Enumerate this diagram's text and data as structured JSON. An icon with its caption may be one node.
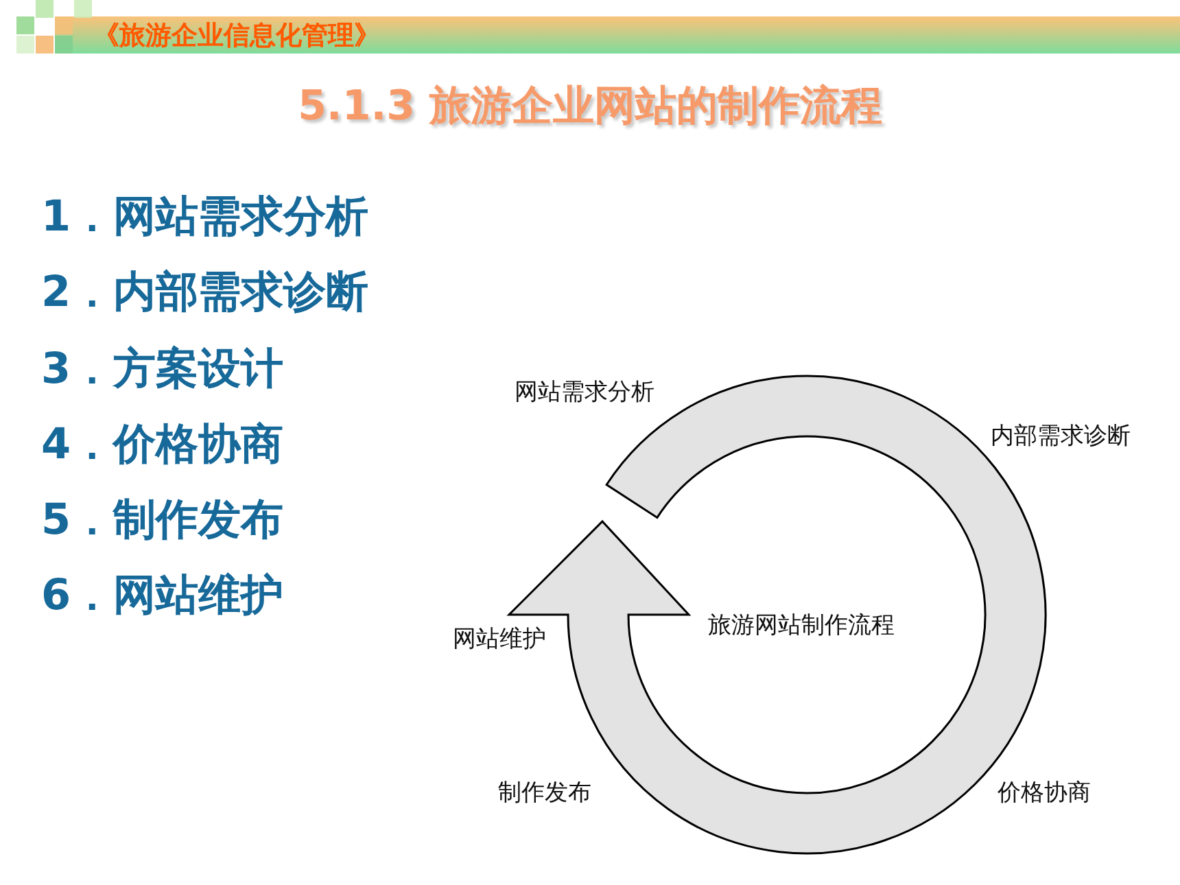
{
  "diagram": {
    "title": "5.1.3  旅游企业网站的制作流程",
    "labels": [
      "《旅游企业信息化管理》",
      "1．网站需求分析",
      "2．内部需求诊断",
      "3．方案设计",
      "4．价格协商",
      "5．制作发布",
      "6．网站维护",
      "网站需求分析",
      "内部需求诊断",
      "网站维护",
      "旅游网站制作流程",
      "制作发布",
      "价格协商"
    ]
  }
}
